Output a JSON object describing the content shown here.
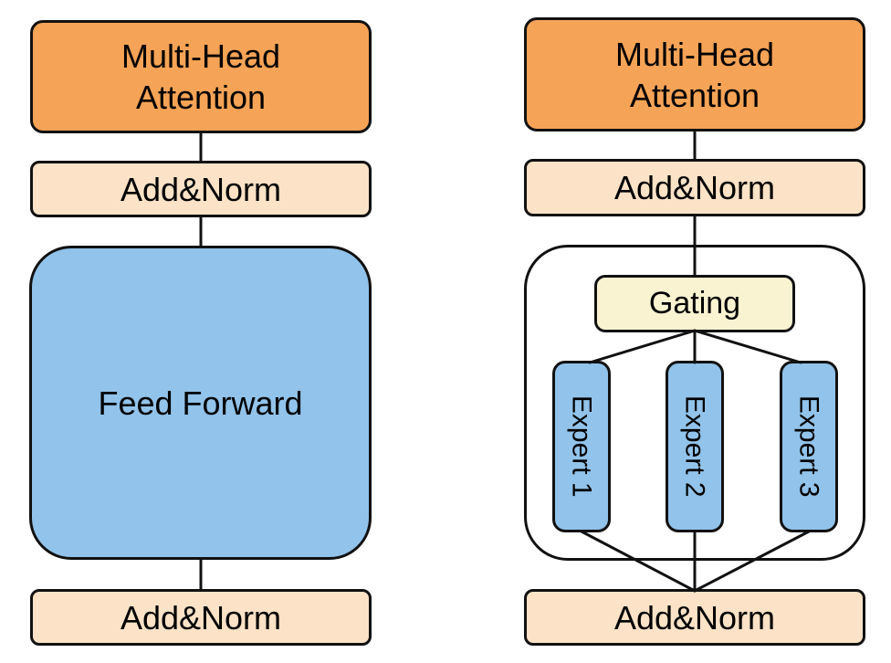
{
  "diagram": {
    "description": "Comparison of a standard transformer block (left) and a mixture-of-experts transformer block (right)",
    "left_block": {
      "mha": {
        "lines": [
          "Multi-Head",
          "Attention"
        ]
      },
      "add_norm_top": "Add&Norm",
      "feed_forward": "Feed Forward",
      "add_norm_bottom": "Add&Norm"
    },
    "right_block": {
      "mha": {
        "lines": [
          "Multi-Head",
          "Attention"
        ]
      },
      "add_norm_top": "Add&Norm",
      "gating": "Gating",
      "experts": [
        "Expert 1",
        "Expert 2",
        "Expert 3"
      ],
      "add_norm_bottom": "Add&Norm"
    },
    "colors": {
      "attention_fill": "#f5a356",
      "add_norm_fill": "#fce2c6",
      "feed_forward_fill": "#92c3ea",
      "expert_fill": "#92c3ea",
      "gating_fill": "#faf3d1",
      "container_fill": "#ffffff",
      "stroke": "#111111",
      "text": "#000000",
      "background": "#ffffff"
    }
  }
}
